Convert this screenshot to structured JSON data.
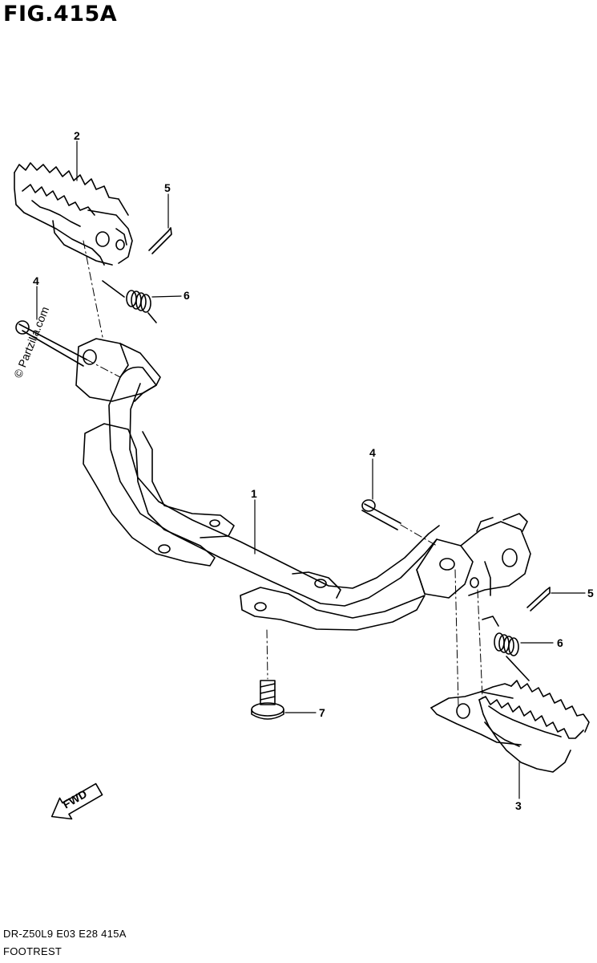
{
  "figure": {
    "title": "FIG.415A",
    "code": "DR-Z50L9  E03  E28  415A",
    "name": "FOOTREST"
  },
  "watermark": "© Partzilla.com",
  "fwd_label": "FWD",
  "callouts": [
    {
      "id": "c1",
      "label": "1"
    },
    {
      "id": "c2",
      "label": "2"
    },
    {
      "id": "c3",
      "label": "3"
    },
    {
      "id": "c4a",
      "label": "4"
    },
    {
      "id": "c4b",
      "label": "4"
    },
    {
      "id": "c5a",
      "label": "5"
    },
    {
      "id": "c5b",
      "label": "5"
    },
    {
      "id": "c6a",
      "label": "6"
    },
    {
      "id": "c6b",
      "label": "6"
    },
    {
      "id": "c7",
      "label": "7"
    }
  ]
}
